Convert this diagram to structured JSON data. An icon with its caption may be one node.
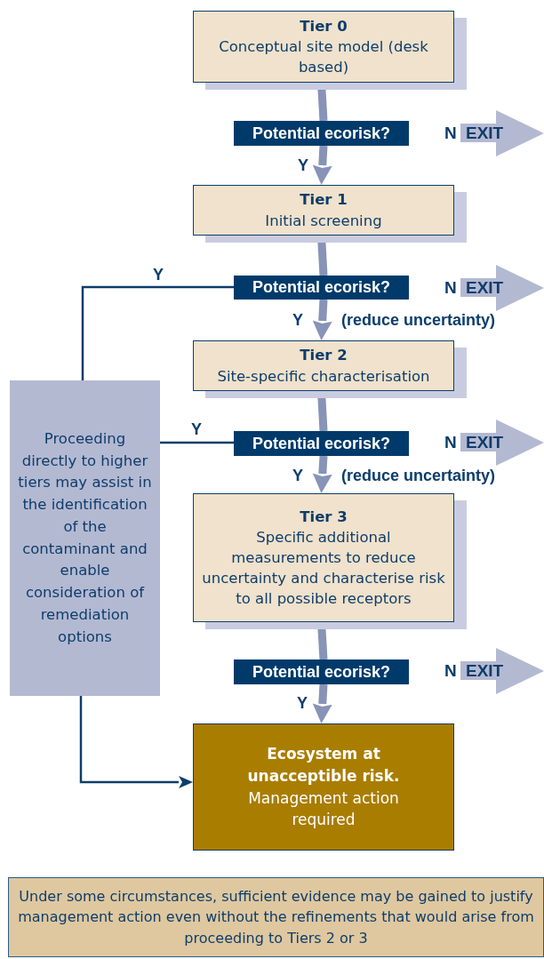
{
  "diagram": {
    "nodes": [
      {
        "text": [
          "Tier 0",
          "Conceptual site model (desk based)"
        ]
      },
      {
        "text": [
          "Potential ecorisk?"
        ]
      },
      {
        "text": [
          "EXIT"
        ],
        "beside": [
          "N"
        ]
      },
      {
        "text": [
          "Tier 1",
          "Initial screening"
        ]
      },
      {
        "text": [
          "Potential ecorisk?"
        ]
      },
      {
        "text": [
          "EXIT"
        ],
        "beside": [
          "N"
        ]
      },
      {
        "text": [
          "Tier 2",
          "Site-specific characterisation"
        ]
      },
      {
        "text": [
          "Potential ecorisk?"
        ]
      },
      {
        "text": [
          "EXIT"
        ],
        "beside": [
          "N"
        ]
      },
      {
        "text": [
          "Tier 3",
          "Specific additional measurements to reduce uncertainty and characterise risk to all possible receptors"
        ]
      },
      {
        "text": [
          "Potential ecorisk?"
        ]
      },
      {
        "text": [
          "EXIT"
        ],
        "beside": [
          "N"
        ]
      },
      {
        "text": [
          "Ecosystem at unacceptible risk.",
          "Management action required"
        ]
      },
      {
        "text": [
          "Proceeding directly to higher tiers may assist in the identification of the contaminant and enable consideration of remediation options"
        ]
      },
      {
        "text": [
          "Under some circumstances, sufficient evidence may be gained to justify management action even without the refinements that would arise from proceeding to Tiers 2 or 3"
        ]
      }
    ],
    "edges": [
      {
        "from": 0,
        "to": 1,
        "arrow": "none"
      },
      {
        "from": 1,
        "to": 3,
        "arrow": "to",
        "label": "Y"
      },
      {
        "from": 3,
        "to": 4,
        "arrow": "none"
      },
      {
        "from": 4,
        "to": 6,
        "arrow": "to",
        "label": "Y"
      },
      {
        "from": 4,
        "to": 13,
        "arrow": "none",
        "color": "#0d3d6b",
        "label": "Y"
      },
      {
        "from": 6,
        "to": 7,
        "arrow": "none"
      },
      {
        "from": 7,
        "to": 9,
        "arrow": "to",
        "label": "Y"
      },
      {
        "from": 7,
        "to": 13,
        "arrow": "none",
        "color": "#0d3d6b",
        "label": "Y"
      },
      {
        "from": 9,
        "to": 10,
        "arrow": "none"
      },
      {
        "from": 10,
        "to": 12,
        "arrow": "to",
        "label": "Y"
      },
      {
        "from": 13,
        "to": 12,
        "arrow": "to",
        "color": "#0d3d6b"
      }
    ],
    "labels": [
      "(reduce uncertainty)",
      "(reduce uncertainty)"
    ]
  }
}
